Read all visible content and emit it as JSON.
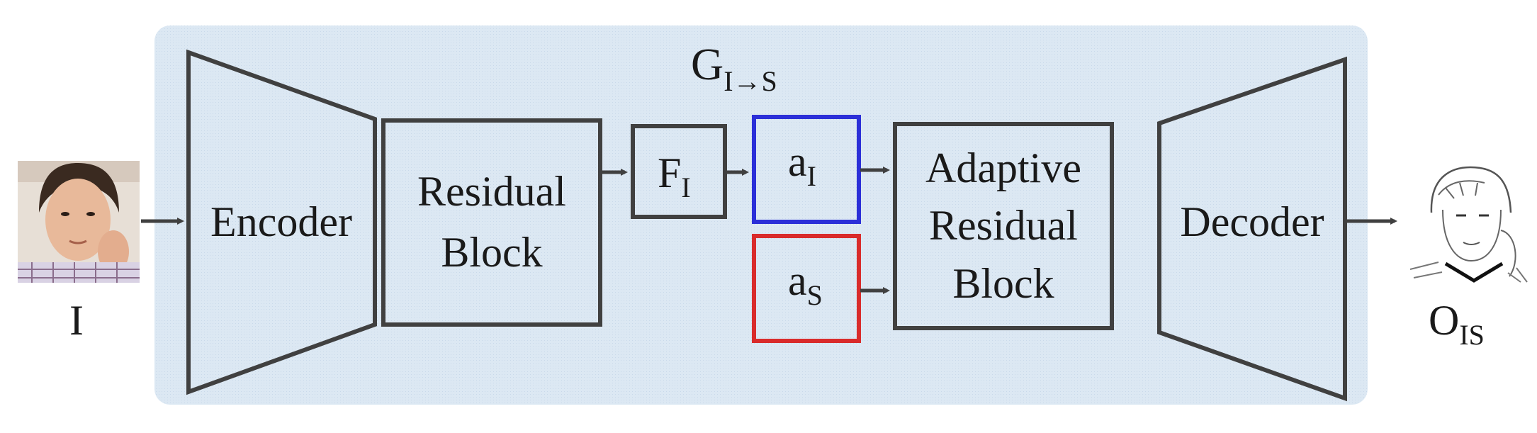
{
  "title": {
    "main": "G",
    "sub": "I→S"
  },
  "input": {
    "label": "I"
  },
  "output": {
    "label_main": "O",
    "label_sub": "IS"
  },
  "blocks": {
    "encoder": "Encoder",
    "residual_line1": "Residual",
    "residual_line2": "Block",
    "feature_main": "F",
    "feature_sub": "I",
    "a_i_main": "a",
    "a_i_sub": "I",
    "a_s_main": "a",
    "a_s_sub": "S",
    "adaptive_line1": "Adaptive",
    "adaptive_line2": "Residual",
    "adaptive_line3": "Block",
    "decoder": "Decoder"
  },
  "colors": {
    "panel": "#dce8f3",
    "stroke": "#404040",
    "a_i_border": "#2b2fd8",
    "a_s_border": "#d92b2b"
  }
}
